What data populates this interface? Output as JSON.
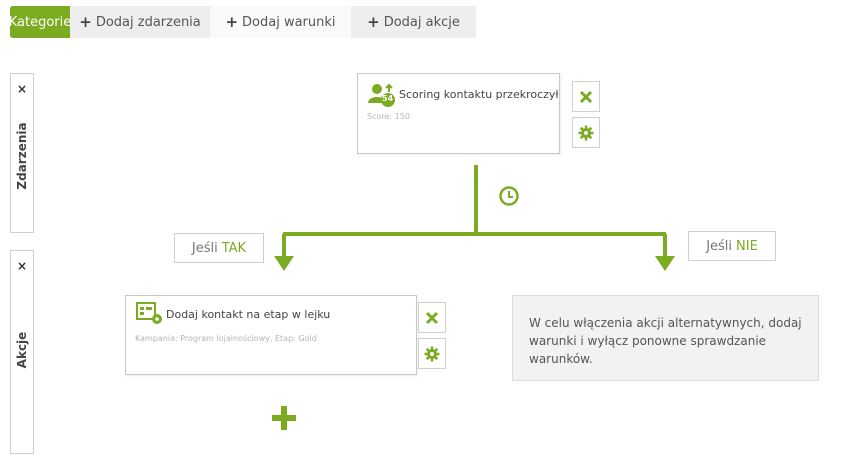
{
  "tabs": [
    {
      "label": "Kategorie",
      "active": true
    },
    {
      "label": "Dodaj zdarzenia",
      "plus": true
    },
    {
      "label": "Dodaj warunki",
      "plus": true
    },
    {
      "label": "Dodaj akcje",
      "plus": true
    }
  ],
  "side_panels": {
    "events": {
      "label": "Zdarzenia",
      "close": "×"
    },
    "actions": {
      "label": "Akcje",
      "close": "×"
    }
  },
  "condition_card": {
    "title": "Scoring kontaktu przekroczył",
    "badge": "54",
    "subtitle": "Score: 150",
    "icon": "user-score-icon"
  },
  "branches": {
    "yes": {
      "prefix": "Jeśli",
      "keyword": "TAK"
    },
    "no": {
      "prefix": "Jeśli",
      "keyword": "NIE"
    }
  },
  "action_card": {
    "title": "Dodaj kontakt na etap w lejku",
    "subtitle": "Kampania: Program lojalnościowy, Etap: Gold",
    "icon": "funnel-settings-icon"
  },
  "info_box": {
    "text": "W celu włączenia akcji alternatywnych, dodaj warunki i wyłącz ponowne sprawdzanie warunków."
  },
  "colors": {
    "accent": "#7aab21",
    "tab_bg": "#eeeeee",
    "info_bg": "#f2f2f2"
  }
}
